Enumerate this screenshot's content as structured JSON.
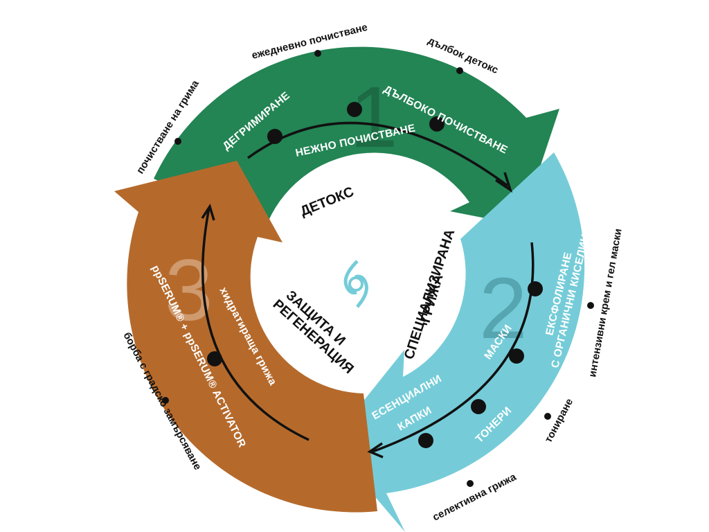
{
  "colors": {
    "detox": "#238454",
    "specialized": "#75ccd8",
    "protection": "#b56a2c",
    "detox_number": "#1c6b44",
    "specialized_number": "#55a6b0",
    "protection_number": "#cf9a6e",
    "logo": "#75ccd8",
    "dots": "#111111"
  },
  "center_logo": {
    "icon": "69-logo-icon"
  },
  "phases": [
    {
      "number": "1",
      "title": "ДЕТОКС",
      "inner_items": [
        "ДЕГРИМИРАНЕ",
        "НЕЖНО ПОЧИСТВАНЕ",
        "ДЪЛБОКО ПОЧИСТВАНЕ"
      ],
      "outer_items": [
        "почистване на грима",
        "ежедневно почистване",
        "дълбок детокс"
      ]
    },
    {
      "number": "2",
      "title_line1": "ГРИЖА",
      "title_line2": "СПЕЦИАЛИЗИРАНА",
      "inner_items": [
        "ЕКСФОЛИРАНЕ",
        "С ОРГАНИЧНИ КИСЕЛИНИ",
        "МАСКИ",
        "ТОНЕРИ",
        "ЕСЕНЦИАЛНИ",
        "КАПКИ"
      ],
      "outer_items": [
        "интензивни крем и гел маски",
        "тониране",
        "селективна грижа"
      ]
    },
    {
      "number": "3",
      "title_line1": "ЗАЩИТА И",
      "title_line2": "РЕГЕНЕРАЦИЯ",
      "inner_items": [
        "хидратираща грижа",
        "ppSERUM® + ppSERUM® ACTIVATOR"
      ],
      "outer_items": [
        "борба с градско замърсяване"
      ]
    }
  ]
}
